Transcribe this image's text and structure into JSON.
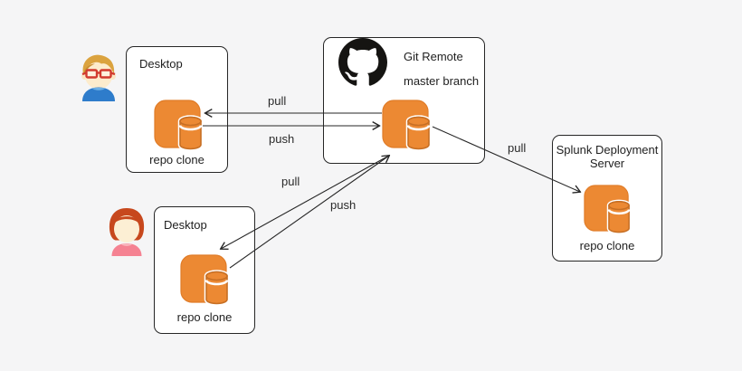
{
  "diagram": {
    "background_color": "#f5f5f6",
    "accent_orange": "#ec8933",
    "nodes": {
      "desktop_top": {
        "title": "Desktop",
        "repo_label": "repo clone"
      },
      "git_remote": {
        "title": "Git Remote",
        "subtitle": "master branch"
      },
      "desktop_bottom": {
        "title": "Desktop",
        "repo_label": "repo clone"
      },
      "splunk": {
        "title": "Splunk Deployment Server",
        "repo_label": "repo clone"
      }
    },
    "edges": {
      "pull_top": {
        "label": "pull"
      },
      "push_top": {
        "label": "push"
      },
      "pull_diagonal": {
        "label": "pull"
      },
      "push_diagonal": {
        "label": "push"
      },
      "pull_splunk": {
        "label": "pull"
      }
    },
    "icons": {
      "github": "github-octocat-icon",
      "repo": "repo-database-icon",
      "user_top": "male-developer-avatar",
      "user_bottom": "female-developer-avatar"
    }
  }
}
